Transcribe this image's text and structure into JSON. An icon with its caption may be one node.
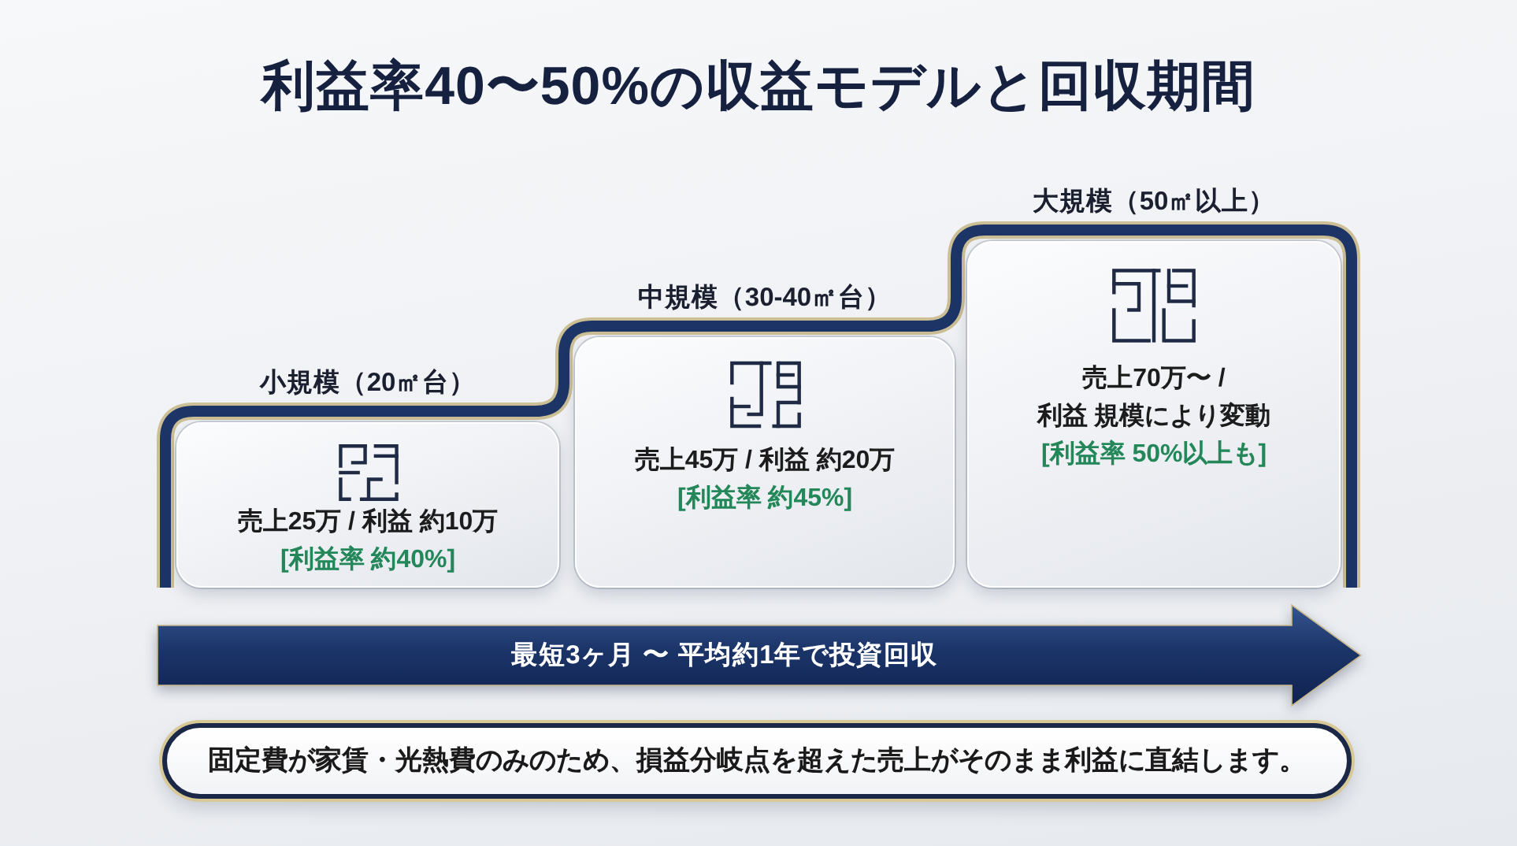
{
  "diagram": {
    "title": "利益率40〜50%の収益モデルと回収期間",
    "nodes": [
      {
        "text": [
          "小規模（20㎡台）",
          "売上25万 / 利益 約10万",
          "[利益率 約40%]"
        ]
      },
      {
        "text": [
          "中規模（30-40㎡台）",
          "売上45万 / 利益 約20万",
          "[利益率 約45%]"
        ]
      },
      {
        "text": [
          "大規模（50㎡以上）",
          "売上70万〜 / 利益 規模により変動",
          "[利益率 50%以上も]"
        ]
      },
      {
        "text": [
          "最短3ヶ月 〜 平均約1年で投資回収"
        ]
      },
      {
        "text": [
          "固定費が家賃・光熱費のみのため、損益分岐点を超えた売上がそのまま利益に直結します。"
        ]
      }
    ]
  }
}
